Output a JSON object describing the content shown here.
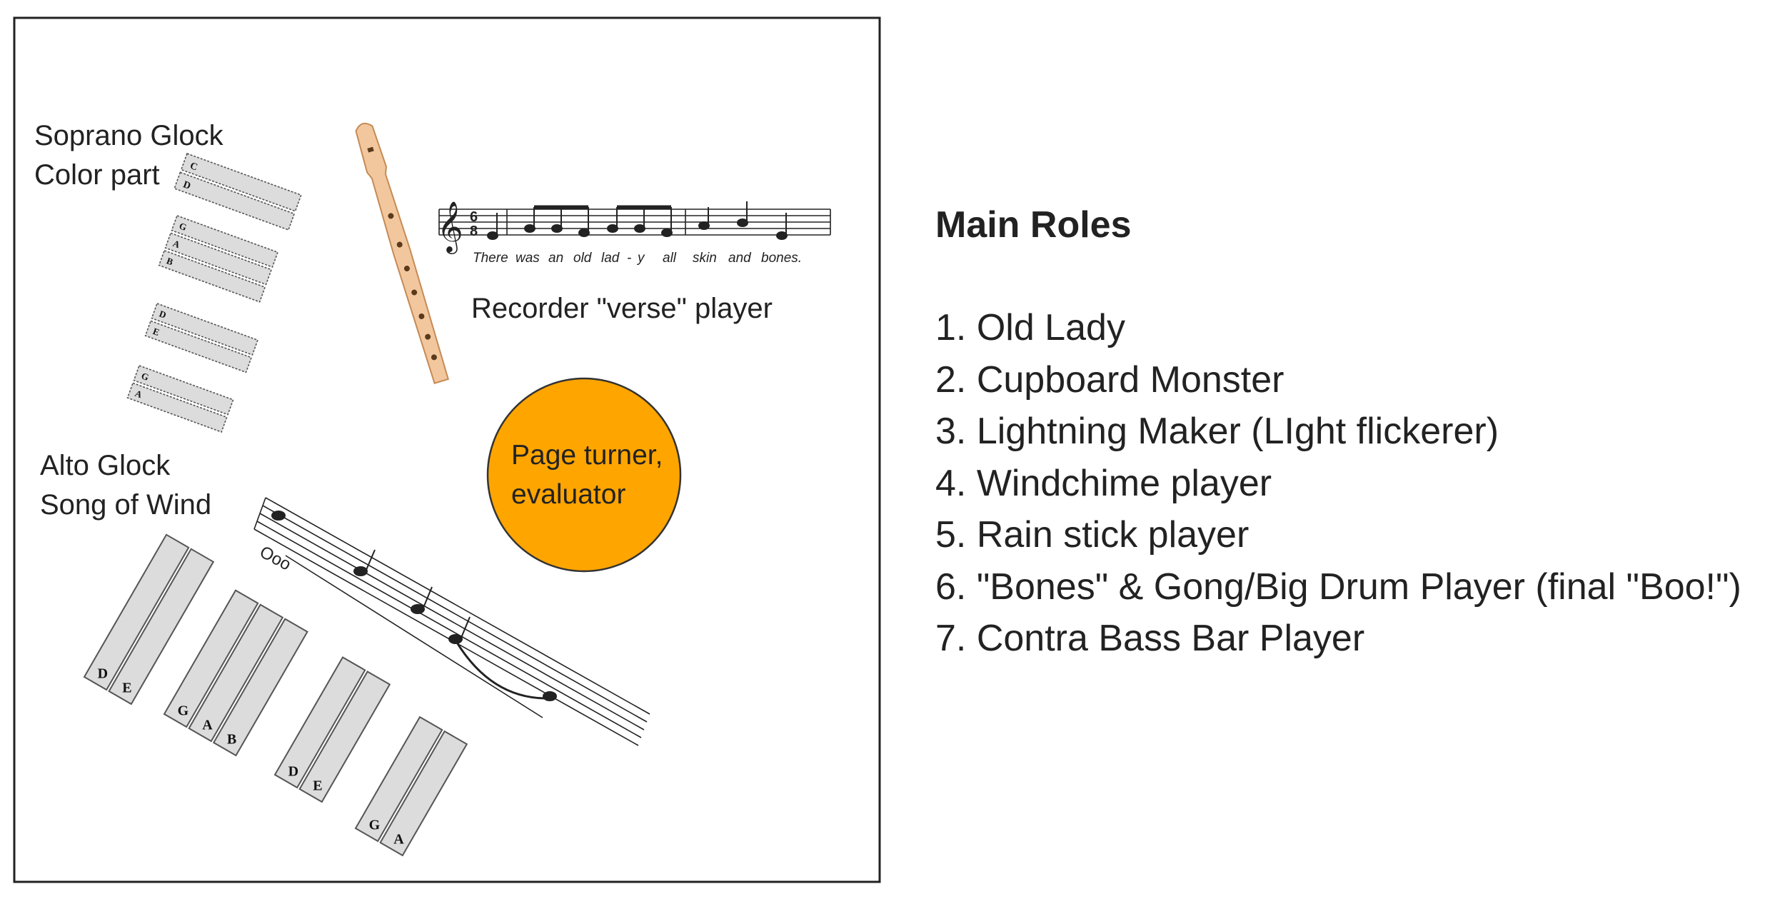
{
  "labels": {
    "soprano_line1": "Soprano Glock",
    "soprano_line2": "Color part",
    "alto_line1": "Alto Glock",
    "alto_line2": "Song of Wind",
    "recorder": "Recorder \"verse\" player",
    "page_turner_line1": "Page turner,",
    "page_turner_line2": "evaluator"
  },
  "lyrics": [
    "There",
    "was",
    "an",
    "old",
    "lad",
    "-",
    "y",
    "all",
    "skin",
    "and",
    "bones."
  ],
  "time_signature": {
    "top": "6",
    "bottom": "8"
  },
  "alto_bar_letters": [
    "D",
    "E",
    "G",
    "A",
    "B",
    "D",
    "E",
    "G",
    "A"
  ],
  "alto_staff_mark": "Ooo",
  "colors": {
    "page_turner_circle": "#ffa500",
    "bar_fill": "#dcdcdc",
    "recorder": "#f2c79e"
  },
  "icons": [
    "recorder-icon",
    "treble-clef-icon",
    "glockenspiel-bars"
  ],
  "roles": {
    "heading": "Main Roles",
    "items": [
      "1. Old Lady",
      "2. Cupboard Monster",
      "3. Lightning Maker (LIght flickerer)",
      "4. Windchime player",
      "5. Rain stick player",
      "6. \"Bones\" & Gong/Big Drum Player (final \"Boo!\")",
      "7. Contra Bass Bar Player"
    ]
  }
}
